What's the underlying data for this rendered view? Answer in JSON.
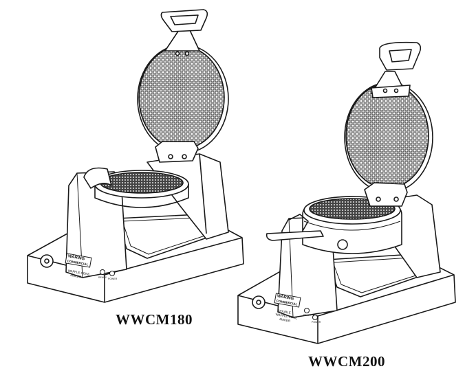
{
  "figure": {
    "illustrations": [
      {
        "model": "WWCM180",
        "brand_top": "WARING",
        "brand_bottom": "COMMERCIAL",
        "panel_line1": "WAFFLE CONE",
        "panel_line2": "MAKER",
        "light_labels": [
          "READY",
          "POWER"
        ]
      },
      {
        "model": "WWCM200",
        "brand_top": "WARING",
        "brand_bottom": "COMMERCIAL",
        "panel_line1": "DOUBLE",
        "panel_line2": "WAFFLE CONE",
        "panel_line3": "MAKER",
        "light_labels": [
          "READY",
          "POWER"
        ]
      }
    ]
  },
  "colors": {
    "line": "#1a1a1a",
    "fill": "#ffffff",
    "grid": "#2a2a2a"
  }
}
